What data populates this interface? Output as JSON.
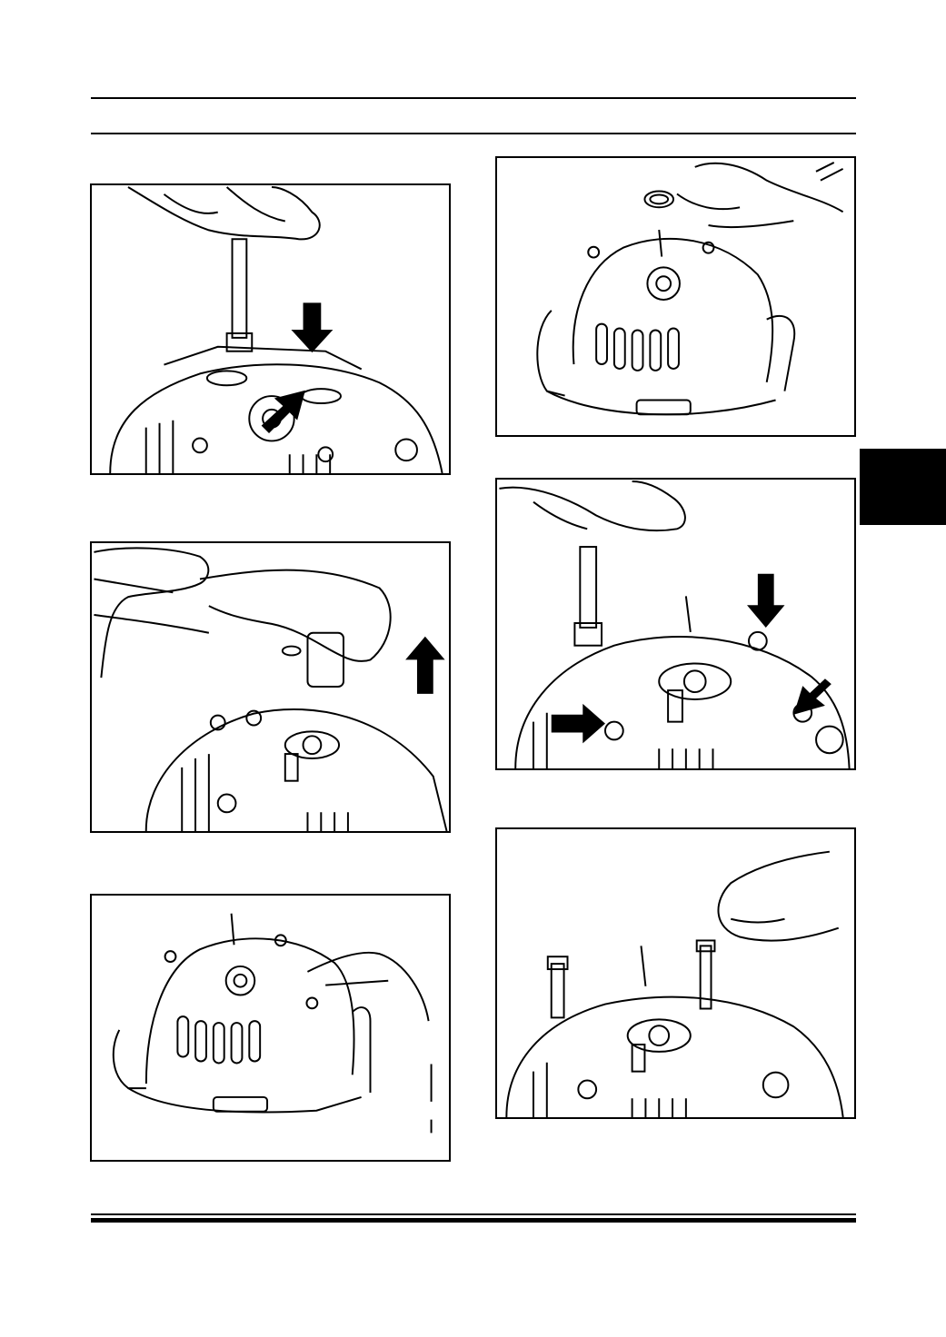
{
  "page": {
    "section_tab_color": "#000000",
    "line_color": "#000000"
  },
  "figures": [
    {
      "id": "fig-1",
      "depicts": "hand-with-screwdriver-on-regulator",
      "arrows": [
        "arrow-down",
        "arrow-diagonal"
      ]
    },
    {
      "id": "fig-2",
      "depicts": "lifting-rectifier-assembly",
      "arrows": [
        "arrow-up"
      ]
    },
    {
      "id": "fig-3",
      "depicts": "hand-placing-wire-on-alternator",
      "arrows": []
    },
    {
      "id": "fig-4",
      "depicts": "hand-holding-seal-ring-above-alternator",
      "arrows": []
    },
    {
      "id": "fig-5",
      "depicts": "screwdriver-removing-three-screws",
      "arrows": [
        "arrow-down",
        "arrow-left",
        "arrow-right"
      ]
    },
    {
      "id": "fig-6",
      "depicts": "hand-inserting-bolts",
      "arrows": []
    }
  ]
}
